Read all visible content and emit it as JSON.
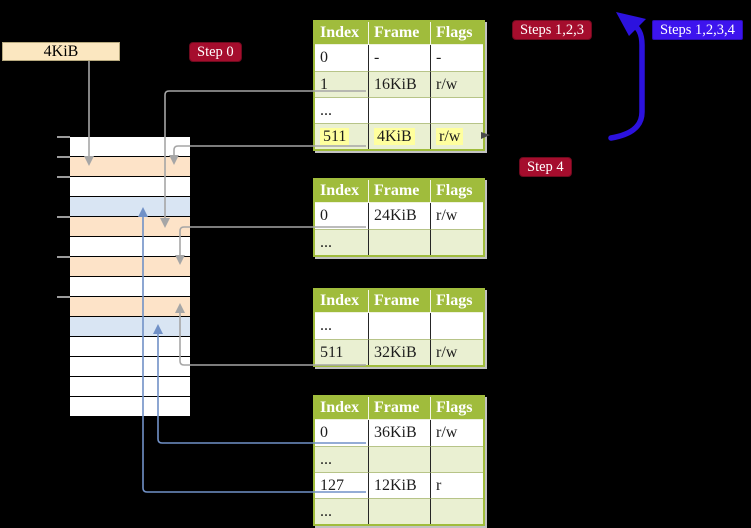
{
  "labels": {
    "page_size": "4KiB",
    "step_0": "Step 0",
    "steps_123": "Steps 1,2,3",
    "steps_1234": "Steps 1,2,3,4",
    "step_4": "Step 4"
  },
  "colors": {
    "table-green": "#a0bc3c",
    "row-green": "#eaf0d2",
    "crimson": "#a50d2d",
    "violet": "#3d14ee",
    "big-arrow-blue": "#2c12de",
    "peach": "#fde3c8",
    "light-blue": "#d9e5f3",
    "wheat": "#fbe7c0",
    "highlight-yellow": "#ffff9e",
    "gray-line": "#a6a6a6",
    "blue-line": "#7191c7"
  },
  "tables": [
    {
      "name": "page-table-1",
      "headers": [
        "Index",
        "Frame",
        "Flags"
      ],
      "rows": [
        {
          "cells": [
            "0",
            "-",
            "-"
          ],
          "bg": "white"
        },
        {
          "cells": [
            "1",
            "16KiB",
            "r/w"
          ],
          "bg": "green"
        },
        {
          "cells": [
            "...",
            "",
            ""
          ],
          "bg": "white"
        },
        {
          "cells": [
            "511",
            "4KiB",
            "r/w"
          ],
          "bg": "green",
          "highlight": true
        }
      ]
    },
    {
      "name": "page-table-2",
      "headers": [
        "Index",
        "Frame",
        "Flags"
      ],
      "rows": [
        {
          "cells": [
            "0",
            "24KiB",
            "r/w"
          ],
          "bg": "white"
        },
        {
          "cells": [
            "...",
            "",
            ""
          ],
          "bg": "green"
        }
      ]
    },
    {
      "name": "page-table-3",
      "headers": [
        "Index",
        "Frame",
        "Flags"
      ],
      "rows": [
        {
          "cells": [
            "...",
            "",
            ""
          ],
          "bg": "white"
        },
        {
          "cells": [
            "511",
            "32KiB",
            "r/w"
          ],
          "bg": "green"
        }
      ]
    },
    {
      "name": "page-table-4",
      "headers": [
        "Index",
        "Frame",
        "Flags"
      ],
      "rows": [
        {
          "cells": [
            "0",
            "36KiB",
            "r/w"
          ],
          "bg": "white"
        },
        {
          "cells": [
            "...",
            "",
            ""
          ],
          "bg": "green"
        },
        {
          "cells": [
            "127",
            "12KiB",
            "r"
          ],
          "bg": "white"
        },
        {
          "cells": [
            "...",
            "",
            ""
          ],
          "bg": "green"
        }
      ]
    }
  ],
  "memory_map": {
    "rows": [
      "white",
      "peach",
      "white",
      "blue",
      "peach",
      "white",
      "peach",
      "white",
      "peach",
      "blue",
      "white",
      "white",
      "white",
      "white"
    ]
  },
  "connections": [
    {
      "from": "4KiB label",
      "to": "memory-row-2",
      "color": "gray"
    },
    {
      "from": "page-table-1 index 1",
      "to": "memory-row-5",
      "color": "gray"
    },
    {
      "from": "page-table-1 index 511",
      "to": "memory-row-2",
      "color": "gray"
    },
    {
      "from": "page-table-2 index 0",
      "to": "memory-row-7",
      "color": "gray"
    },
    {
      "from": "page-table-3 index 511",
      "to": "memory-row-9",
      "color": "gray"
    },
    {
      "from": "page-table-4 index 0",
      "to": "memory-row-10",
      "color": "blue"
    },
    {
      "from": "page-table-4 index 127",
      "to": "memory-row-4",
      "color": "blue"
    },
    {
      "from": "bottom of page-table-1",
      "to": "top of page-table-1",
      "color": "big-blue"
    }
  ]
}
